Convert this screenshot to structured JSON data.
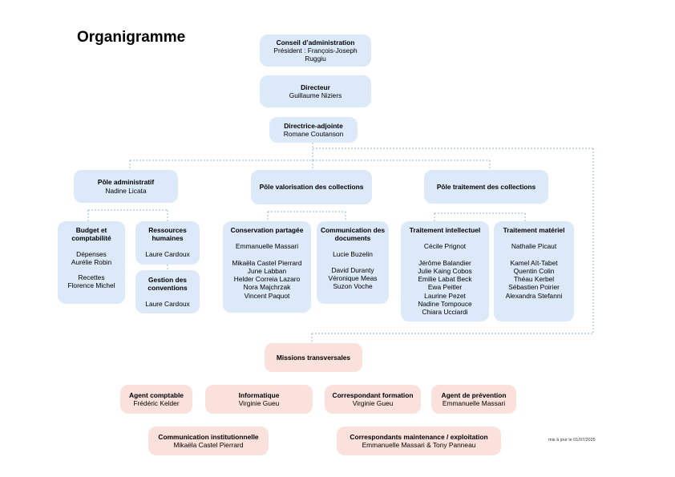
{
  "title": "Organigramme",
  "board": {
    "title": "Conseil d’administration",
    "sub": "Président : François-Joseph Ruggiu"
  },
  "director": {
    "title": "Directeur",
    "sub": "Guillaume Niziers"
  },
  "deputy": {
    "title": "Directrice-adjointe",
    "sub": "Romane Coutanson"
  },
  "poles": {
    "admin": {
      "title": "Pôle administratif",
      "sub": "Nadine Licata"
    },
    "valorisation": {
      "title": "Pôle valorisation des collections"
    },
    "traitement": {
      "title": "Pôle traitement des collections"
    }
  },
  "units": {
    "budget": {
      "title": "Budget et comptabilité",
      "group1": [
        "Dépenses",
        "Aurélie Robin"
      ],
      "group2": [
        "Recettes",
        "Florence Michel"
      ]
    },
    "rh": {
      "title": "Ressources humaines",
      "sub": "Laure Cardoux"
    },
    "conventions": {
      "title": "Gestion des conventions",
      "sub": "Laure Cardoux"
    },
    "conservation": {
      "title": "Conservation partagée",
      "lead": "Emmanuelle Massari",
      "members": [
        "Mikaëla Castel Pierrard",
        "June Labban",
        "Helder Correia Lazaro",
        "Nora Majchrzak",
        "Vincent Paquot"
      ]
    },
    "communication_docs": {
      "title": "Communication des documents",
      "lead": "Lucie Buzelin",
      "members": [
        "David Duranty",
        "Véronique Meas",
        "Suzon Voche"
      ]
    },
    "intellectuel": {
      "title": "Traitement intellectuel",
      "lead": "Cécile Prignot",
      "members": [
        "Jérôme Balandier",
        "Julie Kaing Cobos",
        "Emilie Labat Beck",
        "Ewa Peitler",
        "Laurine Pezet",
        "Nadine Tompouce",
        "Chiara Ucciardi"
      ]
    },
    "materiel": {
      "title": "Traitement matériel",
      "lead": "Nathalie Picaut",
      "members": [
        "Kamel Aït-Tabet",
        "Quentin Colin",
        "Théau Kerbel",
        "Sébastien Poirier",
        "Alexandra Stefanni"
      ]
    }
  },
  "missions": {
    "title": "Missions transversales",
    "agent_comptable": {
      "title": "Agent comptable",
      "sub": "Frédéric Kelder"
    },
    "informatique": {
      "title": "Informatique",
      "sub": "Virginie Gueu"
    },
    "formation": {
      "title": "Correspondant formation",
      "sub": "Virginie Gueu"
    },
    "prevention": {
      "title": "Agent de prévention",
      "sub": "Emmanuelle Massari"
    },
    "communication_inst": {
      "title": "Communication institutionnelle",
      "sub": "Mikaëla Castel Pierrard"
    },
    "maintenance": {
      "title": "Correspondants maintenance / exploitation",
      "sub": "Emmanuelle Massari & Tony Panneau"
    }
  },
  "footnote": "mis à jour le 01/07/2025",
  "colors": {
    "blue_box": "#dce9f9",
    "pink_box": "#fbe1dc",
    "connector": "#8fb4d9"
  }
}
